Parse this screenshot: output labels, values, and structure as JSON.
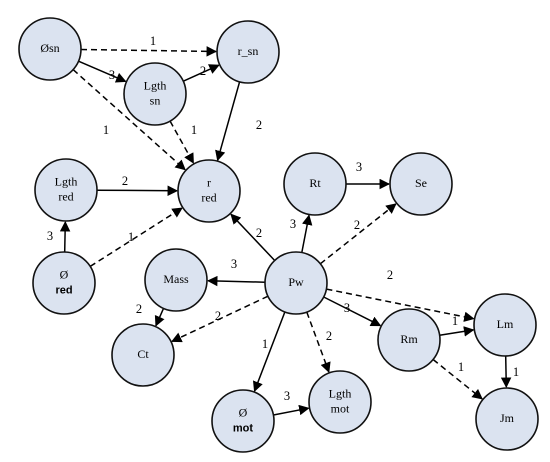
{
  "diagram": {
    "nodes": [
      {
        "id": "sn",
        "lines": [
          "Øsn"
        ]
      },
      {
        "id": "r_sn",
        "lines": [
          "r_sn"
        ]
      },
      {
        "id": "lgth_sn",
        "lines": [
          "Lgth",
          "sn"
        ]
      },
      {
        "id": "r_red",
        "lines": [
          "r",
          "red"
        ]
      },
      {
        "id": "lgth_red",
        "lines": [
          "Lgth",
          "red"
        ]
      },
      {
        "id": "o_red",
        "lines": [
          "Ø",
          "red"
        ],
        "bold_second": true
      },
      {
        "id": "rt",
        "lines": [
          "Rt"
        ]
      },
      {
        "id": "se",
        "lines": [
          "Se"
        ]
      },
      {
        "id": "mass",
        "lines": [
          "Mass"
        ]
      },
      {
        "id": "pw",
        "lines": [
          "Pw"
        ]
      },
      {
        "id": "ct",
        "lines": [
          "Ct"
        ]
      },
      {
        "id": "rm",
        "lines": [
          "Rm"
        ]
      },
      {
        "id": "lm",
        "lines": [
          "Lm"
        ]
      },
      {
        "id": "jm",
        "lines": [
          "Jm"
        ]
      },
      {
        "id": "o_mot",
        "lines": [
          "Ø",
          "mot"
        ],
        "bold_second": true
      },
      {
        "id": "lgth_mot",
        "lines": [
          "Lgth",
          "mot"
        ]
      }
    ],
    "edges": [
      {
        "id": "sn-rsn",
        "from": "sn",
        "to": "r_sn",
        "label": "1",
        "style": "dashed"
      },
      {
        "id": "sn-lgthsn",
        "from": "sn",
        "to": "lgth_sn",
        "label": "3",
        "style": "solid"
      },
      {
        "id": "sn-rred",
        "from": "sn",
        "to": "r_red",
        "label": "1",
        "style": "dashed"
      },
      {
        "id": "lgthsn-rsn",
        "from": "lgth_sn",
        "to": "r_sn",
        "label": "2",
        "style": "solid"
      },
      {
        "id": "lgthsn-rred",
        "from": "lgth_sn",
        "to": "r_red",
        "label": "1",
        "style": "dashed"
      },
      {
        "id": "rsn-rred",
        "from": "r_sn",
        "to": "r_red",
        "label": "2",
        "style": "solid"
      },
      {
        "id": "lgthred-rred",
        "from": "lgth_red",
        "to": "r_red",
        "label": "2",
        "style": "solid"
      },
      {
        "id": "ored-lgthred",
        "from": "o_red",
        "to": "lgth_red",
        "label": "3",
        "style": "solid"
      },
      {
        "id": "ored-rred",
        "from": "o_red",
        "to": "r_red",
        "label": "1",
        "style": "dashed"
      },
      {
        "id": "pw-rred",
        "from": "pw",
        "to": "r_red",
        "label": "2",
        "style": "solid"
      },
      {
        "id": "pw-rt",
        "from": "pw",
        "to": "rt",
        "label": "3",
        "style": "solid"
      },
      {
        "id": "rt-se",
        "from": "rt",
        "to": "se",
        "label": "3",
        "style": "solid"
      },
      {
        "id": "pw-se",
        "from": "pw",
        "to": "se",
        "label": "2",
        "style": "dashed"
      },
      {
        "id": "pw-mass",
        "from": "pw",
        "to": "mass",
        "label": "3",
        "style": "solid"
      },
      {
        "id": "mass-ct",
        "from": "mass",
        "to": "ct",
        "label": "2",
        "style": "solid"
      },
      {
        "id": "pw-ct",
        "from": "pw",
        "to": "ct",
        "label": "2",
        "style": "dashed"
      },
      {
        "id": "pw-lm",
        "from": "pw",
        "to": "lm",
        "label": "2",
        "style": "dashed"
      },
      {
        "id": "pw-rm",
        "from": "pw",
        "to": "rm",
        "label": "3",
        "style": "solid"
      },
      {
        "id": "rm-lm",
        "from": "rm",
        "to": "lm",
        "label": "1",
        "style": "solid"
      },
      {
        "id": "rm-jm",
        "from": "rm",
        "to": "jm",
        "label": "1",
        "style": "dashed"
      },
      {
        "id": "lm-jm",
        "from": "lm",
        "to": "jm",
        "label": "1",
        "style": "solid"
      },
      {
        "id": "pw-omot",
        "from": "pw",
        "to": "o_mot",
        "label": "1",
        "style": "solid"
      },
      {
        "id": "pw-lgthmot",
        "from": "pw",
        "to": "lgth_mot",
        "label": "2",
        "style": "dashed"
      },
      {
        "id": "omot-lgthmot",
        "from": "o_mot",
        "to": "lgth_mot",
        "label": "3",
        "style": "solid"
      }
    ]
  }
}
